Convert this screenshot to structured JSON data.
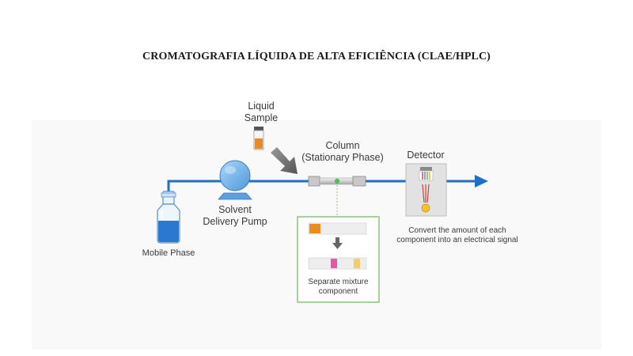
{
  "title": "CROMATOGRAFIA LÍQUIDA DE ALTA EFICIÊNCIA (CLAE/HPLC)",
  "labels": {
    "liquid_sample": [
      "Liquid",
      "Sample"
    ],
    "column": [
      "Column",
      "(Stationary Phase)"
    ],
    "detector": "Detector",
    "solvent_pump": [
      "Solvent",
      "Delivery Pump"
    ],
    "mobile_phase": "Mobile Phase",
    "detector_caption": [
      "Convert the amount of each",
      "component into an electrical signal"
    ],
    "separation_caption": [
      "Separate mixture",
      "component"
    ]
  },
  "colors": {
    "flow_line": "#1f6fc6",
    "inset_border": "#8dbf7a",
    "sample_liquid": "#e88a2a",
    "band_orange": "#f08a1c",
    "band_pink": "#e25aa5",
    "band_yellow": "#f3cc6e",
    "pump": "#6fb4ee",
    "bottle_liquid": "#2a78d0"
  },
  "icons": [
    "bottle-icon",
    "pump-icon",
    "sample-vial-icon",
    "arrow-icon",
    "column-icon",
    "detector-icon"
  ]
}
